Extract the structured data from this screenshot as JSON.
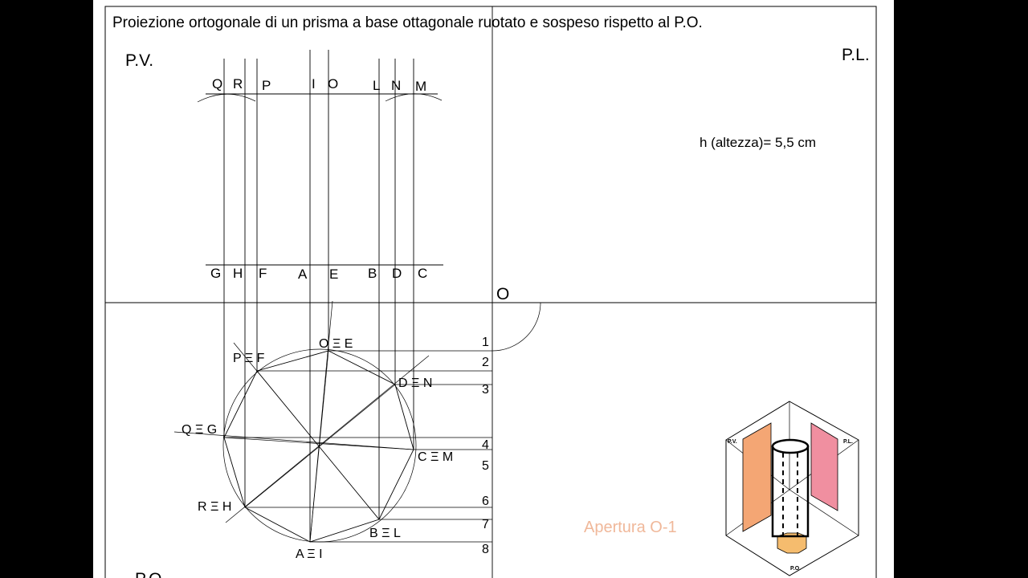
{
  "title": "Proiezione ortogonale di un prisma a base ottagonale ruotato e sospeso rispetto al P.O.",
  "planes": {
    "pv": "P.V.",
    "pl": "P.L.",
    "po": "P.O.",
    "origin": "O"
  },
  "height_note": "h (altezza)= 5,5 cm",
  "watermark": "Apertura O-1",
  "top_view_labels": {
    "q": "Q",
    "r": "R",
    "p": "P",
    "i": "I",
    "o": "O",
    "l": "L",
    "n": "N",
    "m": "M"
  },
  "base_view_labels": {
    "g": "G",
    "h": "H",
    "f": "F",
    "a": "A",
    "e": "E",
    "b": "B",
    "d": "D",
    "c": "C"
  },
  "vertex_labels": {
    "oe": "O Ξ E",
    "pf": "P Ξ F",
    "dn": "D Ξ N",
    "qg": "Q Ξ G",
    "cm": "C Ξ M",
    "rh": "R Ξ H",
    "bl": "B Ξ L",
    "ai": "A Ξ I"
  },
  "level_numbers": [
    "1",
    "2",
    "3",
    "4",
    "5",
    "6",
    "7",
    "8"
  ],
  "mini_view": {
    "pv": "P.V.",
    "pl": "P.L.",
    "po": "P.O.",
    "colors": {
      "pv_wall": "#f4a674",
      "pl_wall": "#f08fa0",
      "base": "#f5bc6e"
    }
  }
}
